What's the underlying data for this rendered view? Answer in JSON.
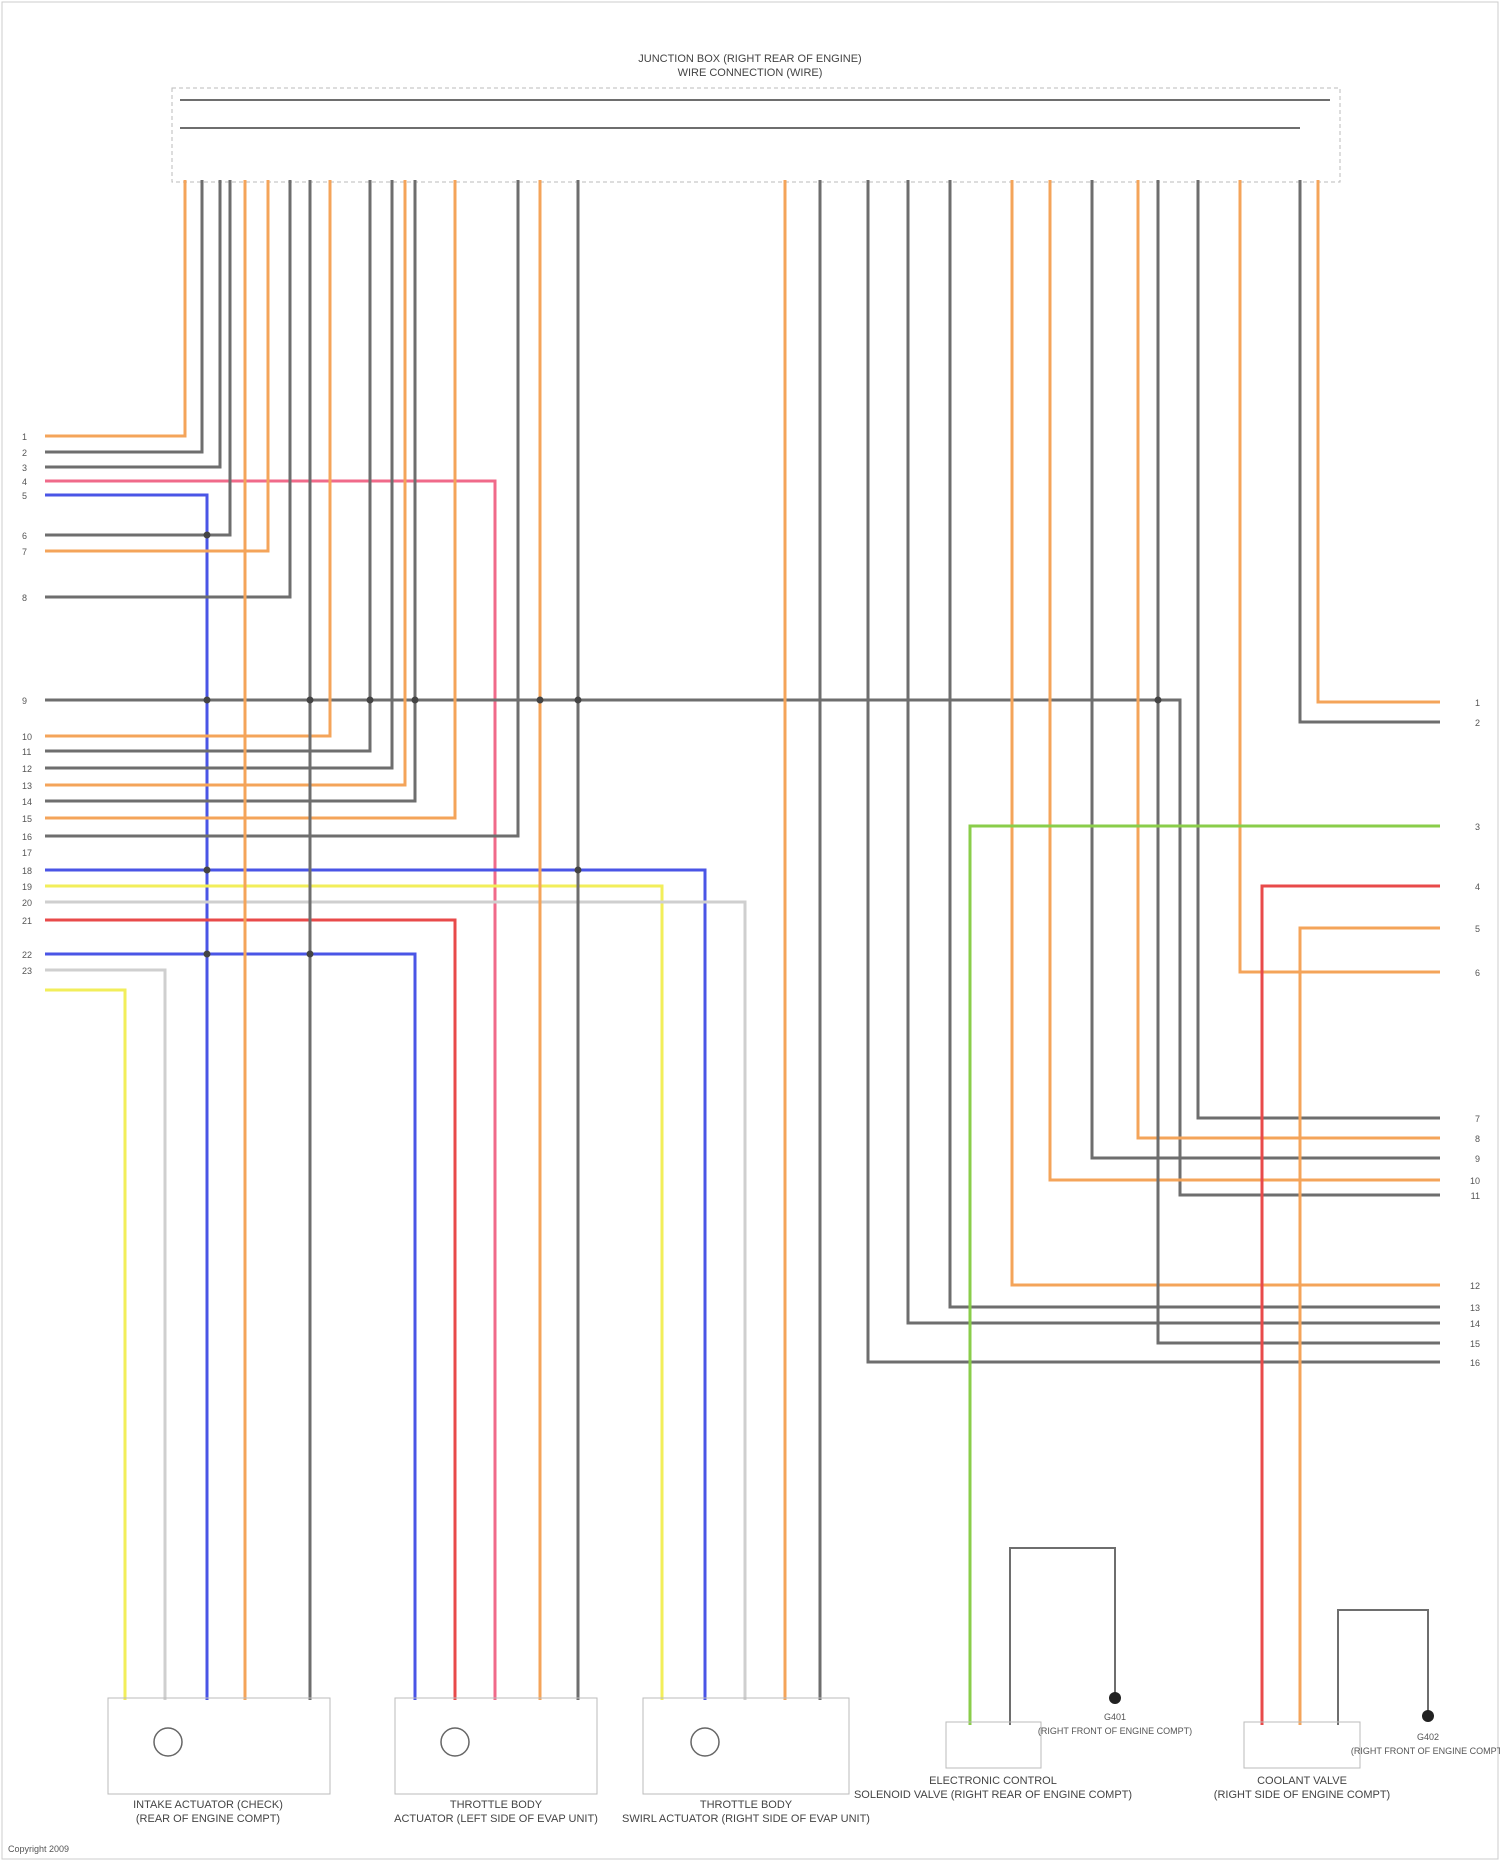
{
  "header": {
    "line1": "JUNCTION BOX (RIGHT REAR OF ENGINE)",
    "line2": "WIRE CONNECTION (WIRE)"
  },
  "colors": {
    "orange": "#f4a45a",
    "gray": "#6e6e6e",
    "pink": "#f06a8a",
    "blue": "#4a55e6",
    "yellow": "#f2ee5a",
    "red": "#e84a4a",
    "green": "#8acd4a",
    "light": "#cfcfcf",
    "frame": "#bbbbbb"
  },
  "left_pins": [
    "1",
    "2",
    "3",
    "4",
    "5",
    "6",
    "7",
    "8",
    "9",
    "10",
    "11",
    "12",
    "13",
    "14",
    "15",
    "16",
    "17",
    "18",
    "19",
    "20",
    "21",
    "22",
    "23"
  ],
  "right_pins_group1": [
    "1",
    "2"
  ],
  "right_pins_group2": [
    "3",
    "4",
    "5",
    "6"
  ],
  "right_pins_group3": [
    "7",
    "8",
    "9",
    "10",
    "11"
  ],
  "right_pins_group4": [
    "12",
    "13",
    "14",
    "15",
    "16"
  ],
  "components": [
    {
      "id": "comp1",
      "name": "INTAKE ACTUATOR (CHECK)",
      "location": "(REAR OF ENGINE COMPT)"
    },
    {
      "id": "comp2",
      "name": "THROTTLE BODY",
      "location": "ACTUATOR (LEFT SIDE OF EVAP UNIT)"
    },
    {
      "id": "comp3",
      "name": "THROTTLE BODY",
      "location": "SWIRL ACTUATOR (RIGHT SIDE OF EVAP UNIT)"
    },
    {
      "id": "comp4",
      "name": "ELECTRONIC CONTROL",
      "location": "SOLENOID VALVE (RIGHT REAR OF ENGINE COMPT)"
    },
    {
      "id": "comp5",
      "name": "COOLANT VALVE",
      "location": "(RIGHT SIDE OF ENGINE COMPT)"
    }
  ],
  "grounds": [
    {
      "id": "g1",
      "label": "G401",
      "location": "(RIGHT FRONT OF ENGINE COMPT)"
    },
    {
      "id": "g2",
      "label": "G402",
      "location": "(RIGHT FRONT OF ENGINE COMPT)"
    }
  ],
  "footer": "Copyright 2009"
}
